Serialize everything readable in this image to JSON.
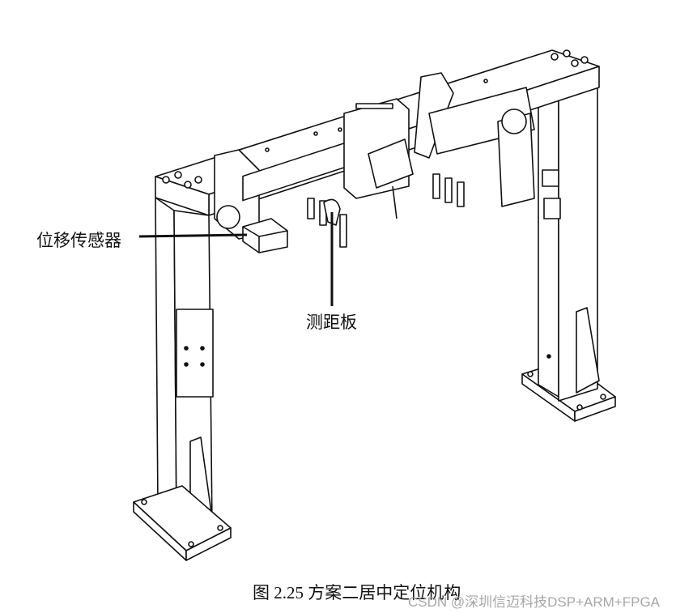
{
  "figure": {
    "labels": {
      "sensor": "位移传感器",
      "ranging_plate": "测距板"
    },
    "caption": "图 2.25  方案二居中定位机构",
    "watermark": "CSDN @深圳信迈科技DSP+ARM+FPGA"
  }
}
